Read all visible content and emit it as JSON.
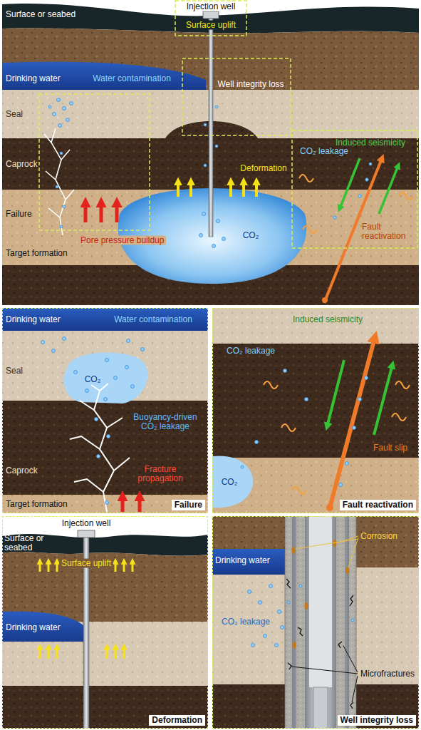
{
  "diagram": {
    "nodes": [
      {
        "text": [
          "Failure"
        ]
      },
      {
        "text": [
          "Fault reactivation"
        ]
      },
      {
        "text": [
          "Deformation"
        ]
      },
      {
        "text": [
          "Well integrity loss"
        ]
      }
    ],
    "labels": [
      "Injection well",
      "Surface or seabed",
      "Surface uplift",
      "Drinking water",
      "Water contamination",
      "Well integrity loss",
      "Seal",
      "CO₂ leakage",
      "Induced seismicity",
      "Caprock",
      "Deformation",
      "Failure",
      "Pore pressure buildup",
      "CO₂",
      "Fault reactivation",
      "Target formation",
      "Drinking water",
      "Water contamination",
      "Seal",
      "CO₂",
      "Buoyancy-driven CO₂ leakage",
      "Caprock",
      "Fracture propagation",
      "Target formation",
      "Induced seismicity",
      "CO₂ leakage",
      "Fault slip",
      "CO₂",
      "Injection well",
      "Surface or seabed",
      "Surface uplift",
      "Drinking water",
      "Corrosion",
      "Drinking water",
      "CO₂ leakage",
      "Microfractures"
    ]
  }
}
